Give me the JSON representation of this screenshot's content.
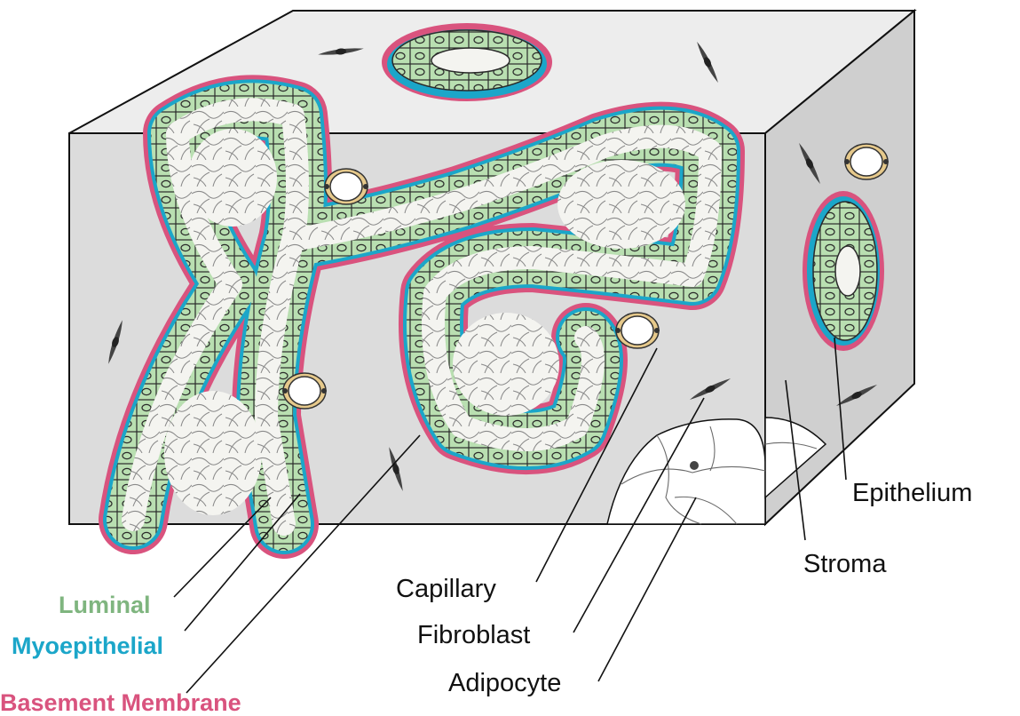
{
  "labels": {
    "epithelium": "Epithelium",
    "stroma": "Stroma",
    "capillary": "Capillary",
    "fibroblast": "Fibroblast",
    "adipocyte": "Adipocyte",
    "luminal": "Luminal",
    "myoepithelial": "Myoepithelial",
    "basement_membrane": "Basement Membrane"
  },
  "colors": {
    "luminal": "#7fb57f",
    "myoepithelial": "#1ba6c9",
    "basement_membrane": "#d9537e",
    "epithelial_cell_fill": "#b9dfb1",
    "stroma_front": "#dcdcdc",
    "stroma_top": "#ededed",
    "stroma_side": "#cfcfcf",
    "lumen": "#f4f4f0"
  }
}
